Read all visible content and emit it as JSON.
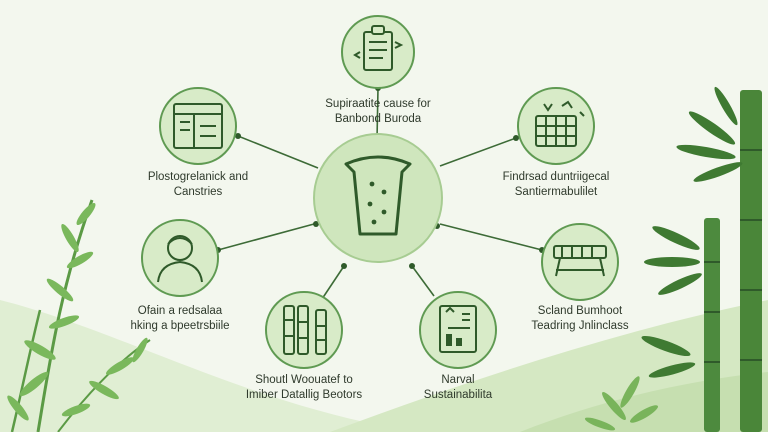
{
  "colors": {
    "background": "#f3f7ee",
    "circle_fill": "#d8ebc8",
    "circle_stroke": "#5f9a52",
    "center_fill": "#cfe6bd",
    "line": "#3d6b37",
    "icon": "#2f5a2a",
    "hill": "#d5e8c3",
    "bamboo": "#4d8a3e",
    "leaf": "#78b35b"
  },
  "center": {
    "icon": "bread-toast-icon"
  },
  "nodes": [
    {
      "id": "top",
      "icon": "clipboard-document-icon",
      "label_lines": [
        "Supiraatite cause for",
        "Banbond Buroda"
      ]
    },
    {
      "id": "upper-left",
      "icon": "board-chart-icon",
      "label_lines": [
        "Plostogrelanick and",
        "Canstries"
      ]
    },
    {
      "id": "upper-right",
      "icon": "shelf-grid-icon",
      "label_lines": [
        "Findrsad duntriigecal",
        "Santiermabulilet"
      ]
    },
    {
      "id": "left",
      "icon": "person-avatar-icon",
      "label_lines": [
        "Ofain a redsalaa",
        "hking a bpeetrsbiile"
      ]
    },
    {
      "id": "right",
      "icon": "bench-table-icon",
      "label_lines": [
        "Scland Bumhoot",
        "Teadring Jnlinclass"
      ]
    },
    {
      "id": "bottom-left",
      "icon": "bamboo-bundle-icon",
      "label_lines": [
        "Shoutl Woouatef to",
        "Imiber Datallig Beotors"
      ]
    },
    {
      "id": "bottom-right",
      "icon": "document-bar-icon",
      "label_lines": [
        "Narval",
        "Sustainabilita"
      ]
    }
  ]
}
